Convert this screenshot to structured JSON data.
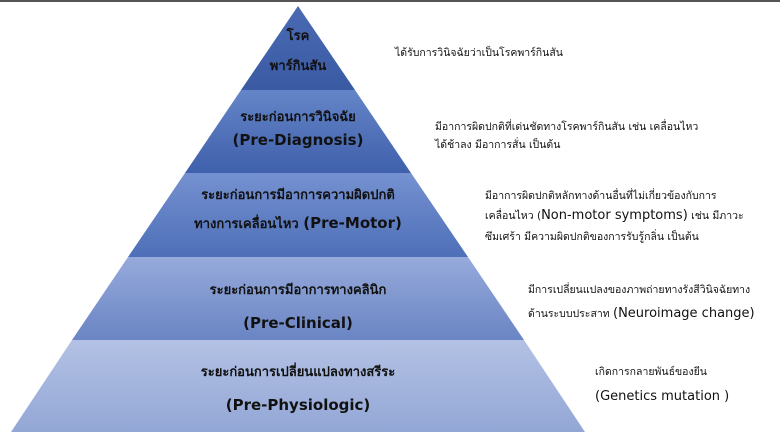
{
  "colors": {
    "level1": "#3d5da6",
    "level2": "#4a6ab6",
    "level3": "#5a7ac2",
    "level4": "#7b93cd",
    "level5": "#a0b1db"
  },
  "levels": [
    {
      "th_line1": "โรค",
      "th_line2": "พาร์กินสัน",
      "desc": "ได้รับการวินิจฉัยว่าเป็นโรคพาร์กินสัน"
    },
    {
      "th": "ระยะก่อนการวินิจฉัย",
      "en": "(Pre-Diagnosis)",
      "desc_line1": "มีอาการผิดปกติที่เด่นชัดทางโรคพาร์กินสัน เช่น เคลื่อนไหว",
      "desc_line2": "ได้ช้าลง มีอาการสั่น เป็นต้น"
    },
    {
      "th_line1": "ระยะก่อนการมีอาการความผิดปกติ",
      "th_line2": "ทางการเคลื่อนไหว",
      "en": "(Pre-Motor)",
      "desc_line1": "มีอาการผิดปกติหลักทางด้านอื่นที่ไม่เกี่ยวข้องกับการ",
      "desc_line2a": "เคลื่อนไหว (",
      "desc_line2_en": "Non-motor symptoms)",
      "desc_line2b": " เช่น มีภาวะ",
      "desc_line3": "ซึมเศร้า มีความผิดปกติของการรับรู้กลิ่น เป็นต้น"
    },
    {
      "th": "ระยะก่อนการมีอาการทางคลินิก",
      "en": "(Pre-Clinical)",
      "desc_line1": "มีการเปลี่ยนแปลงของภาพถ่ายทางรังสีวินิจฉัยทาง",
      "desc_line2a": "ด้านระบบประสาท ",
      "desc_line2_en": "(Neuroimage change)"
    },
    {
      "th": "ระยะก่อนการเปลี่ยนแปลงทางสรีระ",
      "en": "(Pre-Physiologic)",
      "desc_line1": "เกิดการกลายพันธ์ของยีน",
      "desc_line2_en": "(Genetics mutation )"
    }
  ]
}
